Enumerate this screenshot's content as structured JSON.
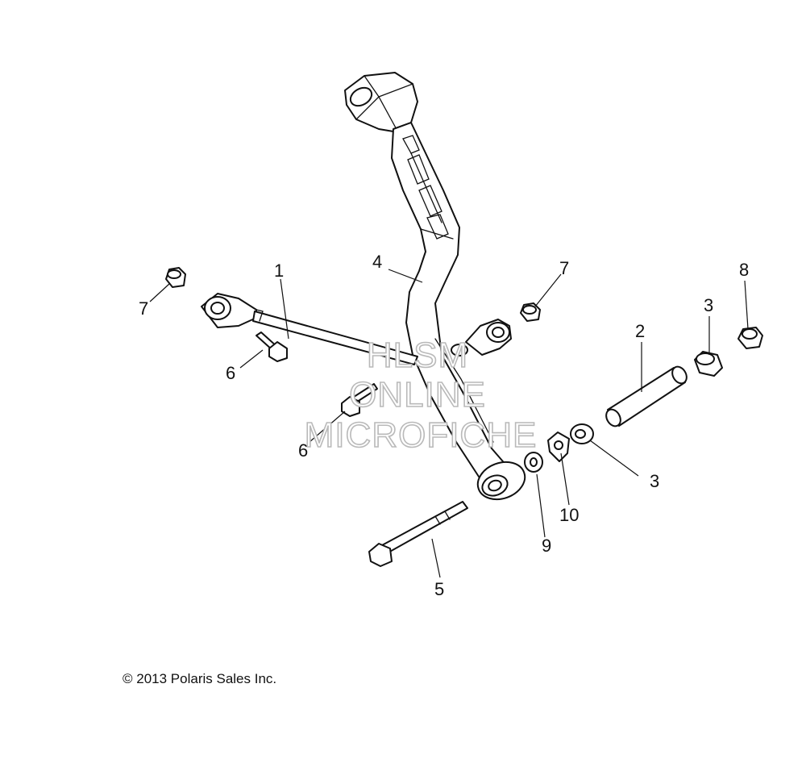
{
  "callouts": [
    {
      "id": "c1",
      "label": "1"
    },
    {
      "id": "c2",
      "label": "2"
    },
    {
      "id": "c3a",
      "label": "3"
    },
    {
      "id": "c3b",
      "label": "3"
    },
    {
      "id": "c4",
      "label": "4"
    },
    {
      "id": "c5",
      "label": "5"
    },
    {
      "id": "c6a",
      "label": "6"
    },
    {
      "id": "c6b",
      "label": "6"
    },
    {
      "id": "c7a",
      "label": "7"
    },
    {
      "id": "c7b",
      "label": "7"
    },
    {
      "id": "c8",
      "label": "8"
    },
    {
      "id": "c9",
      "label": "9"
    },
    {
      "id": "c10",
      "label": "10"
    }
  ],
  "watermark": {
    "line1": "HLSM",
    "line2": "ONLINE",
    "line3": "MICROFICHE"
  },
  "copyright": "© 2013 Polaris Sales Inc."
}
